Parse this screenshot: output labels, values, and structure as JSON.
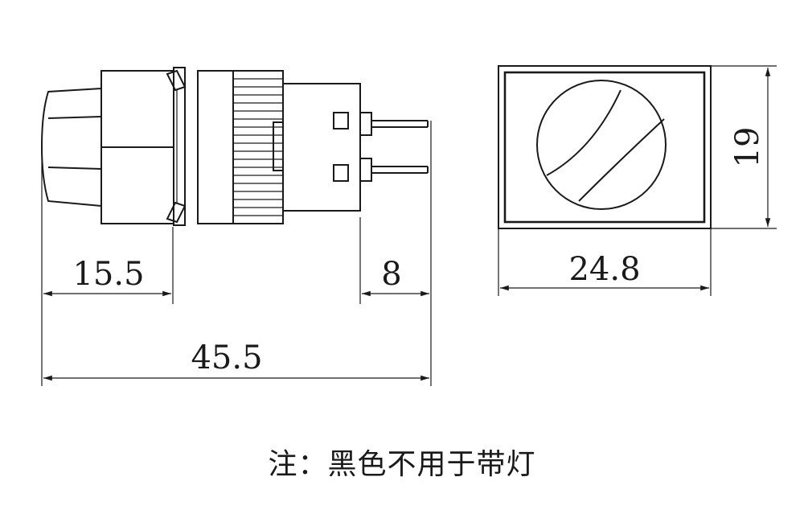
{
  "dimensions": {
    "front_length": "15.5",
    "pin_length": "8",
    "total_length": "45.5",
    "width": "24.8",
    "height": "19"
  },
  "note": "注：黑色不用于带灯"
}
